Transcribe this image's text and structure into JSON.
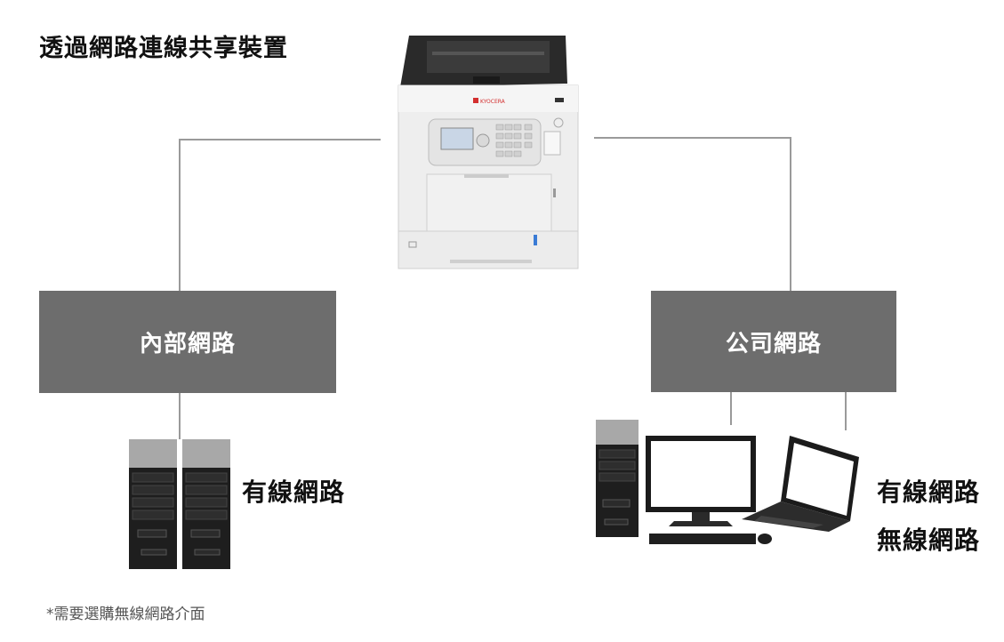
{
  "title": "透過網路連線共享裝置",
  "networks": {
    "internal": {
      "label": "內部網路",
      "connection": "有線網路"
    },
    "company": {
      "label": "公司網路",
      "connection_wired": "有線網路",
      "connection_wireless": "無線網路"
    }
  },
  "printer": {
    "brand": "KYOCERA"
  },
  "footnote": "*需要選購無線網路介面",
  "colors": {
    "box": "#6d6d6d",
    "line": "#9a9a9a",
    "text": "#111111"
  }
}
